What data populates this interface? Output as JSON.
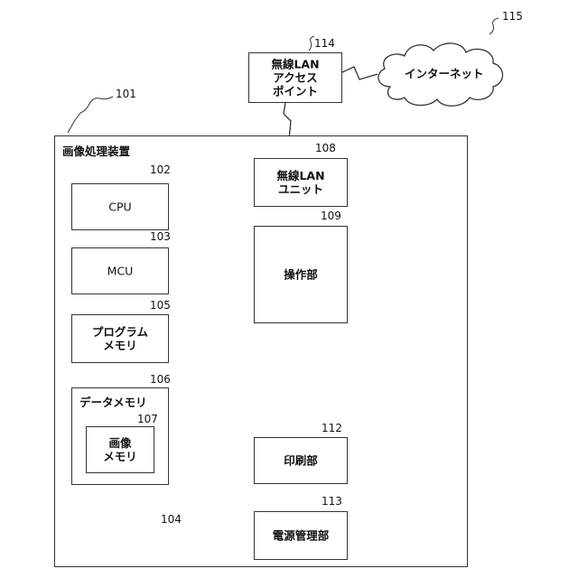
{
  "refs": {
    "device": "101",
    "cpu": "102",
    "mcu": "103",
    "bus": "104",
    "program_memory": "105",
    "data_memory": "106",
    "image_memory": "107",
    "wlan_unit": "108",
    "operation": "109",
    "printing": "112",
    "power": "113",
    "access_point": "114",
    "internet": "115"
  },
  "labels": {
    "device": "画像処理装置",
    "cpu": "CPU",
    "mcu": "MCU",
    "program_memory": "プログラム\nメモリ",
    "data_memory": "データメモリ",
    "image_memory": "画像\nメモリ",
    "wlan_unit": "無線LAN\nユニット",
    "operation": "操作部",
    "printing": "印刷部",
    "power": "電源管理部",
    "access_point": "無線LAN\nアクセス\nポイント",
    "internet": "インターネット"
  }
}
